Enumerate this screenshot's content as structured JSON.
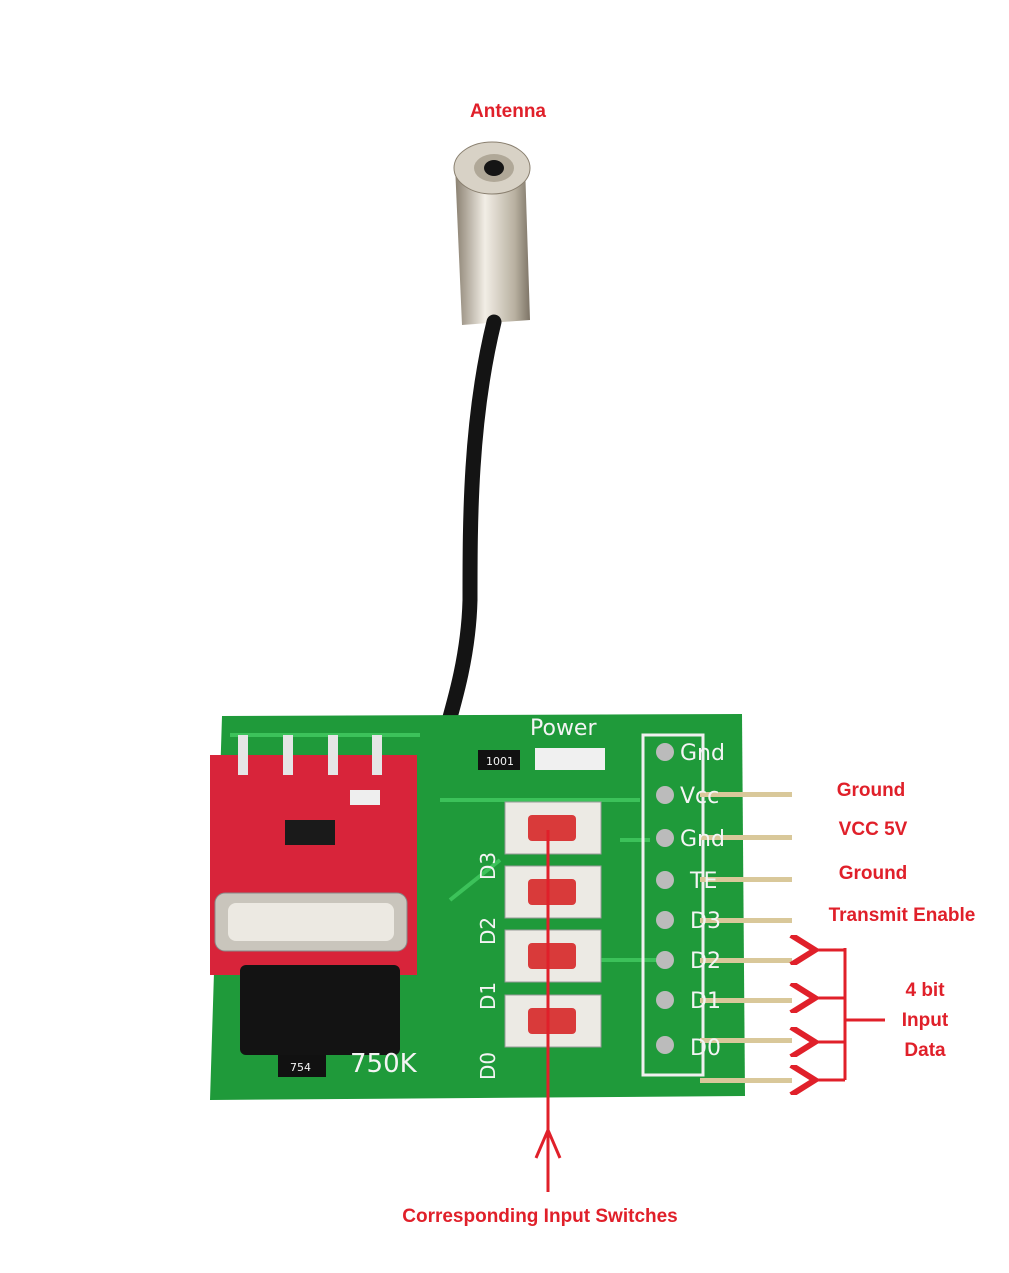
{
  "labels": {
    "antenna": "Antenna",
    "ground_1": "Ground",
    "vcc": "VCC 5V",
    "ground_2": "Ground",
    "transmit_enable": "Transmit Enable",
    "input_data_line1": "4 bit",
    "input_data_line2": "Input",
    "input_data_line3": "Data",
    "switches": "Corresponding Input Switches"
  },
  "board_silkscreen": {
    "power": "Power",
    "header_pins": [
      "Gnd",
      "Vcc",
      "Gnd",
      "TE",
      "D3",
      "D2",
      "D1",
      "D0"
    ],
    "switch_labels": [
      "D3",
      "D2",
      "D1",
      "D0"
    ],
    "resistor_1": "1001",
    "resistor_2": "754",
    "oscillator": "750K"
  },
  "colors": {
    "annotation": "#e0202a",
    "pcb": "#1f9a3a",
    "rf_module": "#d8243a",
    "button_cap": "#d93a3a"
  }
}
